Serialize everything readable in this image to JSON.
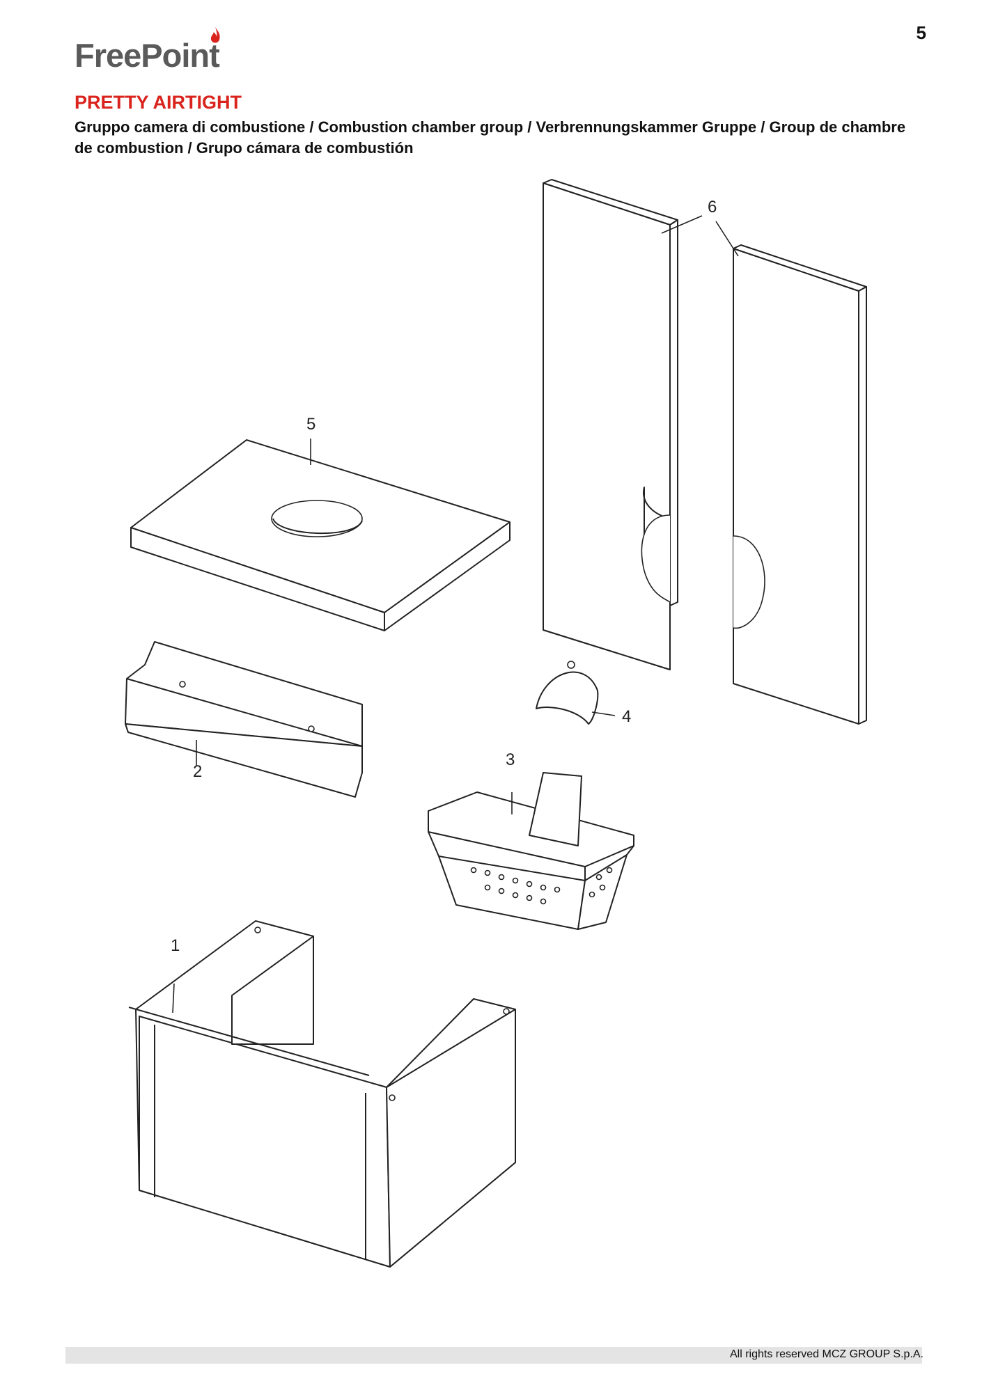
{
  "page": {
    "number": "5"
  },
  "brand": {
    "logo_text": "FreePoint",
    "accent_color": "#d9231c"
  },
  "header": {
    "title": "PRETTY AIRTIGHT",
    "subtitle": "Gruppo camera di combustione / Combustion chamber group / Verbrennungskammer Gruppe / Group de chambre de combustion / Grupo cámara de combustión"
  },
  "drawing": {
    "callouts": [
      "1",
      "2",
      "3",
      "4",
      "5",
      "6"
    ]
  },
  "footer": {
    "copyright": "All rights reserved MCZ GROUP S.p.A."
  }
}
